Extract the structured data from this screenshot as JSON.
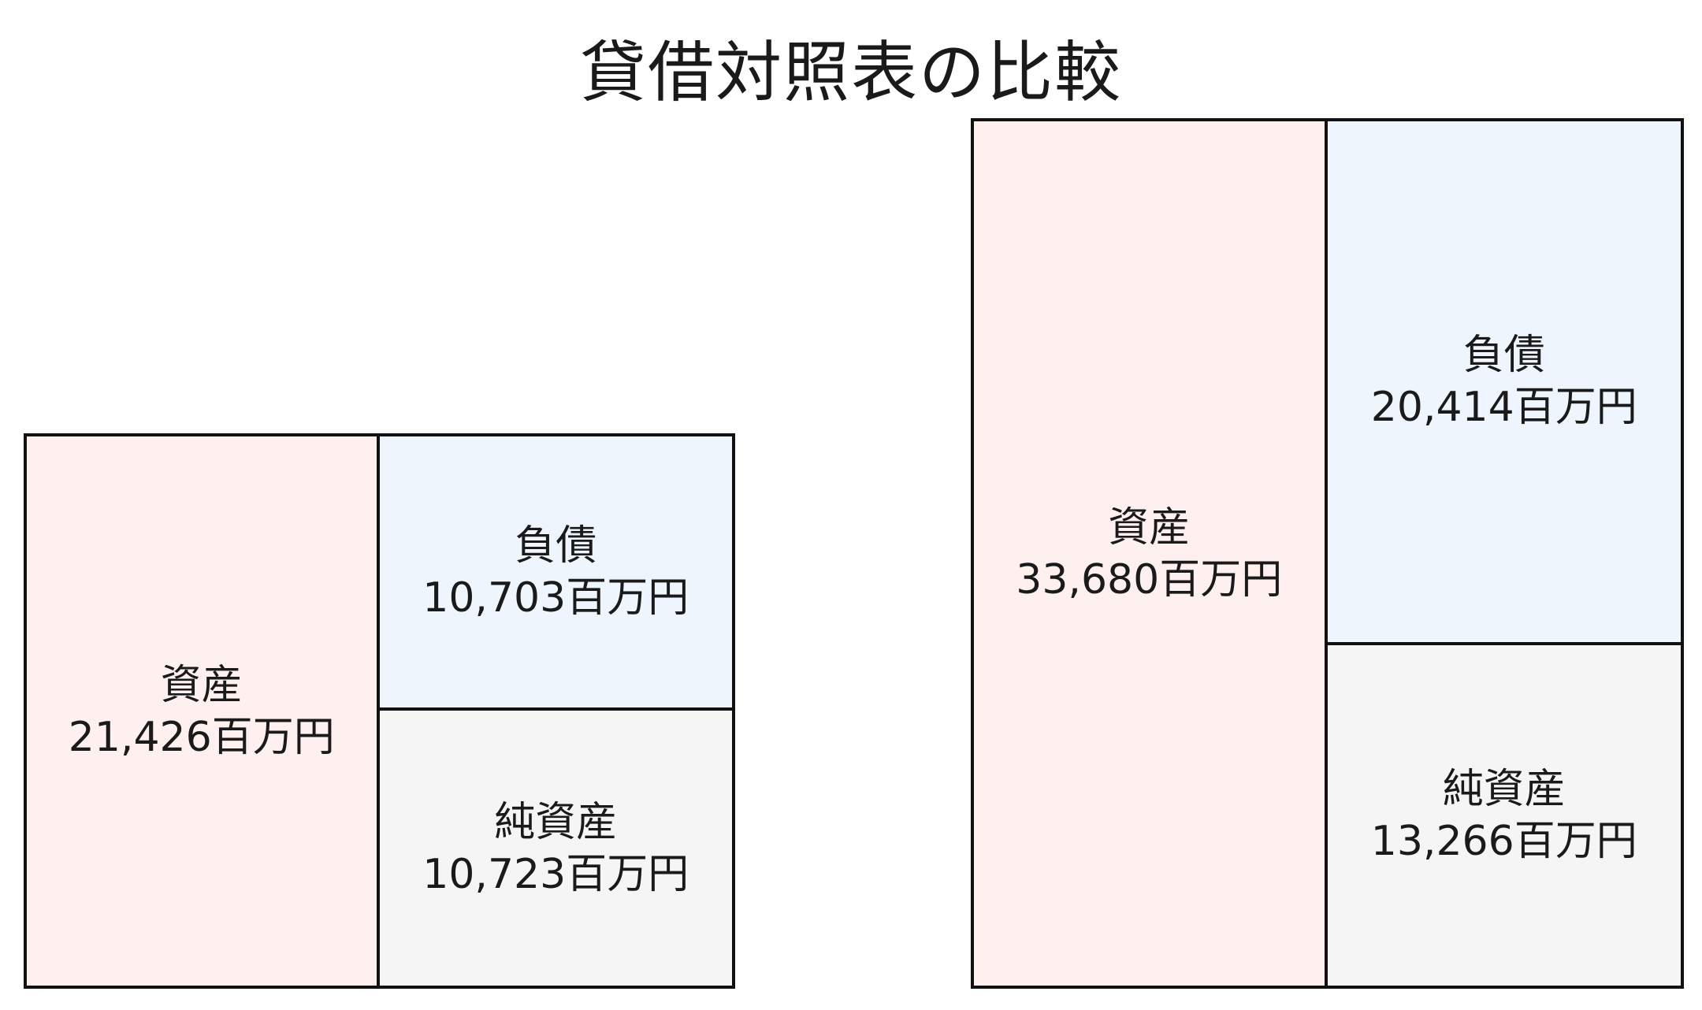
{
  "title": "貸借対照表の比較",
  "unit": "百万円",
  "colors": {
    "assets": "#fdf0ef",
    "liabilities": "#eef5fd",
    "net_assets": "#f5f5f5",
    "border": "#111111"
  },
  "sheets": [
    {
      "assets": {
        "label": "資産",
        "value": "21,426百万円",
        "amount": 21426
      },
      "liabilities": {
        "label": "負債",
        "value": "10,703百万円",
        "amount": 10703
      },
      "net_assets": {
        "label": "純資産",
        "value": "10,723百万円",
        "amount": 10723
      }
    },
    {
      "assets": {
        "label": "資産",
        "value": "33,680百万円",
        "amount": 33680
      },
      "liabilities": {
        "label": "負債",
        "value": "20,414百万円",
        "amount": 20414
      },
      "net_assets": {
        "label": "純資産",
        "value": "13,266百万円",
        "amount": 13266
      }
    }
  ]
}
